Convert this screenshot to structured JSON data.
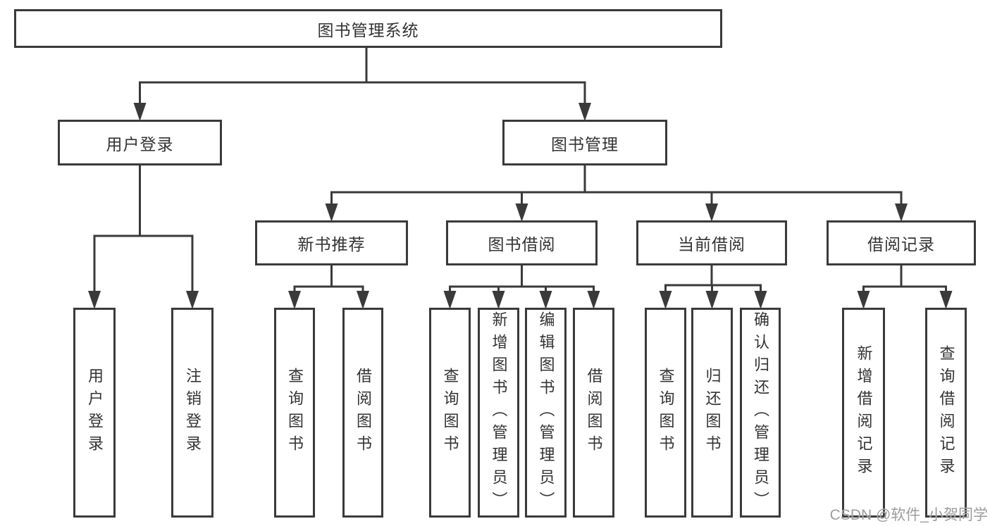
{
  "title": "图书管理系统",
  "tree": {
    "label": "图书管理系统",
    "children": [
      {
        "label": "用户登录",
        "children": [
          {
            "label": "用户登录"
          },
          {
            "label": "注销登录"
          }
        ]
      },
      {
        "label": "图书管理",
        "children": [
          {
            "label": "新书推荐",
            "children": [
              {
                "label": "查询图书"
              },
              {
                "label": "借阅图书"
              }
            ]
          },
          {
            "label": "图书借阅",
            "children": [
              {
                "label": "查询图书"
              },
              {
                "label": "新增图书（管理员）"
              },
              {
                "label": "编辑图书（管理员）"
              },
              {
                "label": "借阅图书"
              }
            ]
          },
          {
            "label": "当前借阅",
            "children": [
              {
                "label": "查询图书"
              },
              {
                "label": "归还图书"
              },
              {
                "label": "确认归还（管理员）"
              }
            ]
          },
          {
            "label": "借阅记录",
            "children": [
              {
                "label": "新增借阅记录"
              },
              {
                "label": "查询借阅记录"
              }
            ]
          }
        ]
      }
    ]
  },
  "watermark": {
    "text": "CSDN @软件_小贺同学"
  },
  "colors": {
    "line": "#3a3a3a",
    "text": "#333333",
    "background": "#ffffff",
    "watermark": "#9c9c9c"
  }
}
